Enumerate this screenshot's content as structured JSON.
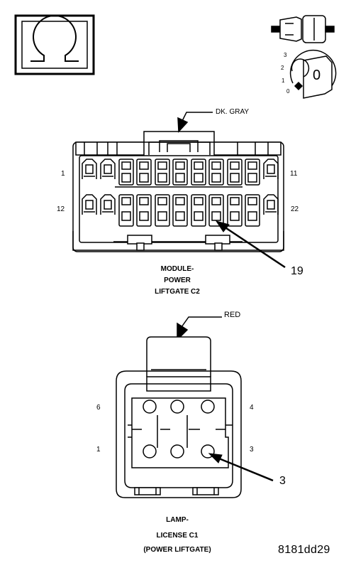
{
  "upper_connector": {
    "wire_color": "DK. GRAY",
    "name_lines": [
      "MODULE-",
      "POWER",
      "LIFTGATE C2"
    ],
    "pin_left_top": "1",
    "pin_left_bottom": "12",
    "pin_right_top": "11",
    "pin_right_bottom": "22",
    "callout": "19"
  },
  "lower_connector": {
    "wire_color": "RED",
    "name_lines": [
      "LAMP-",
      "LICENSE C1",
      "(POWER LIFTGATE)"
    ],
    "pin_top_left": "6",
    "pin_top_right": "4",
    "pin_bottom_left": "1",
    "pin_bottom_right": "3",
    "callout": "3"
  },
  "key_icon": {
    "positions": [
      "3",
      "2",
      "1",
      "0"
    ],
    "key_label": "0"
  },
  "figure_id": "8181dd29",
  "icons": [
    "ohm-symbol-icon",
    "connector-plug-icon",
    "ignition-key-icon"
  ]
}
